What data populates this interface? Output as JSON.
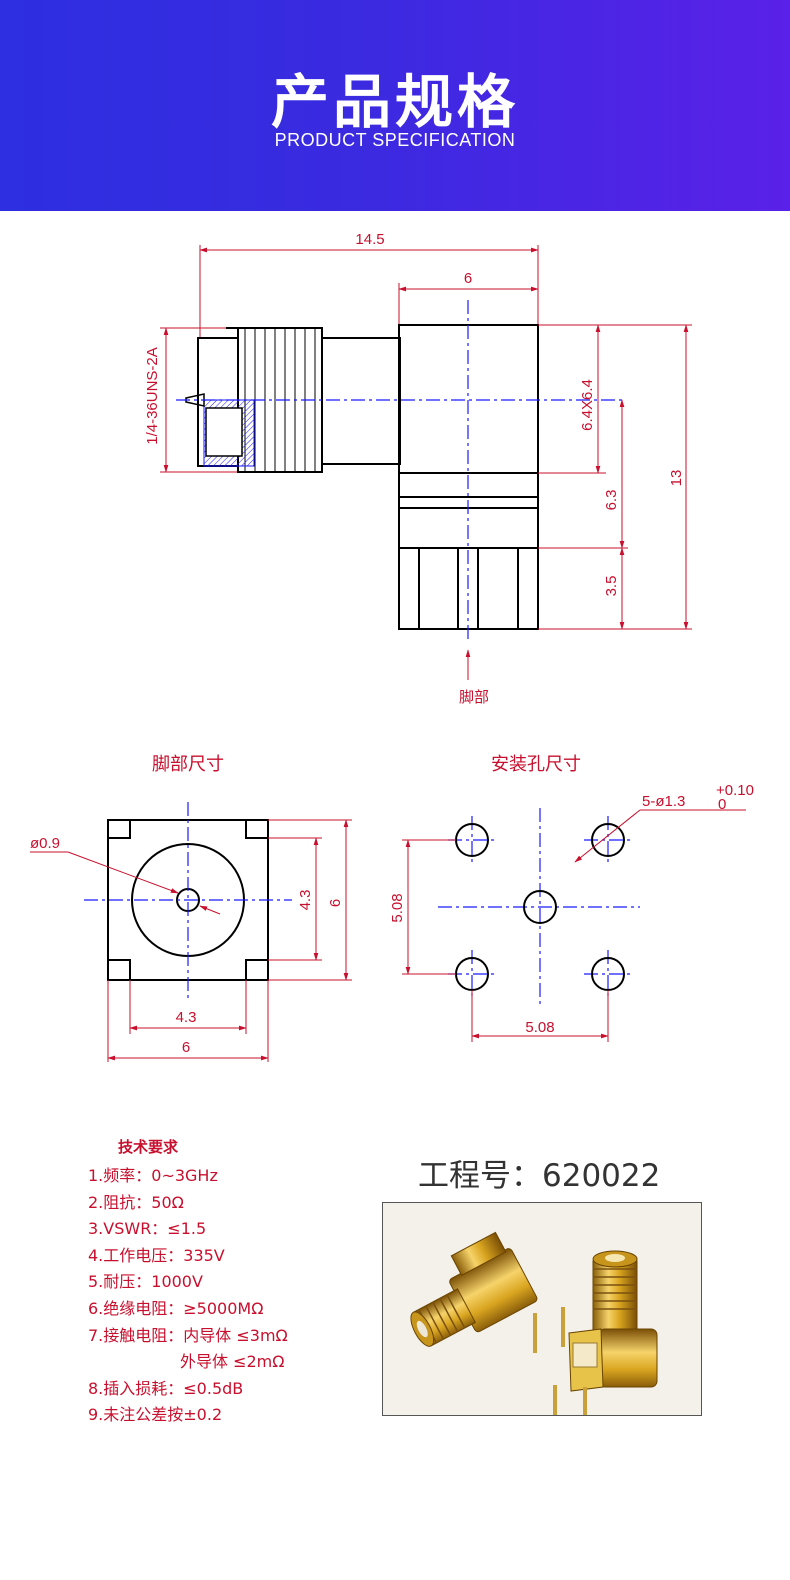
{
  "header": {
    "title": "产品规格",
    "subtitle": "PRODUCT SPECIFICATION"
  },
  "side_view": {
    "dim_total_length": "14.5",
    "dim_body_width": "6",
    "dim_thread": "1/4-36UNS-2A",
    "dim_body_size": "6.4X6.4",
    "dim_axis_height": "6.3",
    "dim_total_height": "13",
    "dim_pin_length": "3.5",
    "pin_label": "脚部"
  },
  "pin_view": {
    "title": "脚部尺寸",
    "dim_pin_dia": "ø0.9",
    "dim_inner_h": "4.3",
    "dim_outer_h": "6",
    "dim_inner_w": "4.3",
    "dim_outer_w": "6"
  },
  "hole_view": {
    "title": "安装孔尺寸",
    "dim_holes": "5-ø1.3",
    "tol_upper": "+0.10",
    "tol_lower": "0",
    "dim_spacing_v": "5.08",
    "dim_spacing_h": "5.08"
  },
  "specs": {
    "title": "技术要求",
    "lines": [
      "1.频率：0~3GHz",
      "2.阻抗：50Ω",
      "3.VSWR：≤1.5",
      "4.工作电压：335V",
      "5.耐压：1000V",
      "6.绝缘电阻：≥5000MΩ",
      "7.接触电阻：内导体 ≤3mΩ",
      "外导体 ≤2mΩ",
      "8.插入损耗：≤0.5dB",
      "9.未注公差按±0.2"
    ]
  },
  "model": {
    "label": "工程号：620022"
  },
  "photo": {
    "icon": "connector-photo-icon"
  },
  "colors": {
    "header_start": "#2d2fe0",
    "header_end": "#5a21e8",
    "dimension": "#c8102e",
    "centerline": "#1a1aff",
    "outline": "#000000",
    "gold": "#d9a520"
  }
}
